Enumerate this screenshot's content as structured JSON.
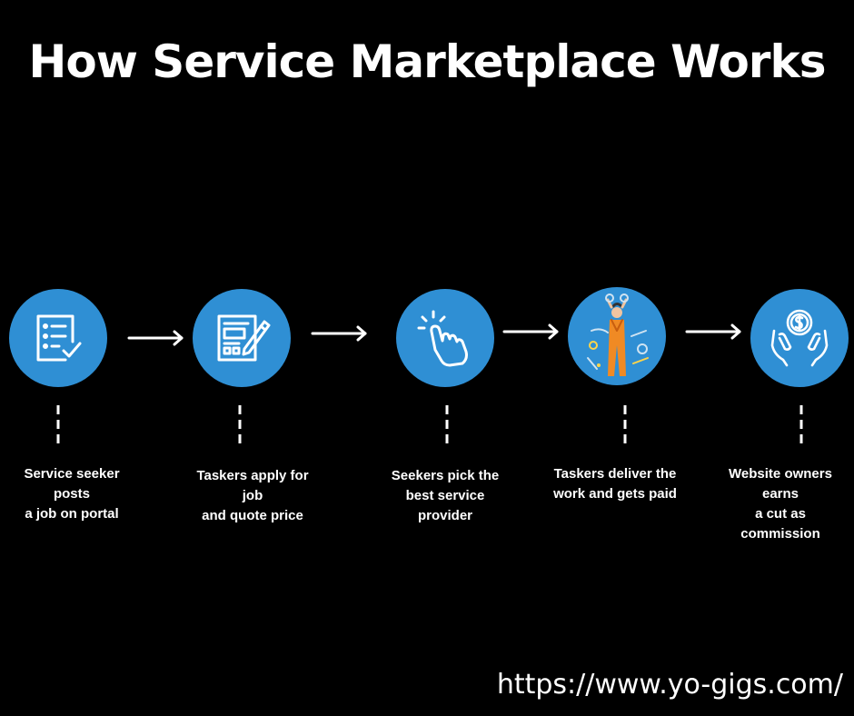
{
  "title": "How Service Marketplace Works",
  "steps": [
    {
      "icon": "checklist-icon",
      "caption": "Service seeker\nposts\na job on portal"
    },
    {
      "icon": "form-edit-icon",
      "caption": "Taskers apply for\njob\nand quote price"
    },
    {
      "icon": "tap-hand-icon",
      "caption": "Seekers pick the\nbest service\nprovider"
    },
    {
      "icon": "worker-with-tools-icon",
      "caption": "Taskers deliver the\nwork and gets paid"
    },
    {
      "icon": "hands-coin-icon",
      "caption": "Website owners\nearns\na cut as\ncommission"
    }
  ],
  "url": "https://www.yo-gigs.com/",
  "colors": {
    "circle": "#2f8fd4",
    "background": "#000000",
    "text": "#ffffff"
  }
}
